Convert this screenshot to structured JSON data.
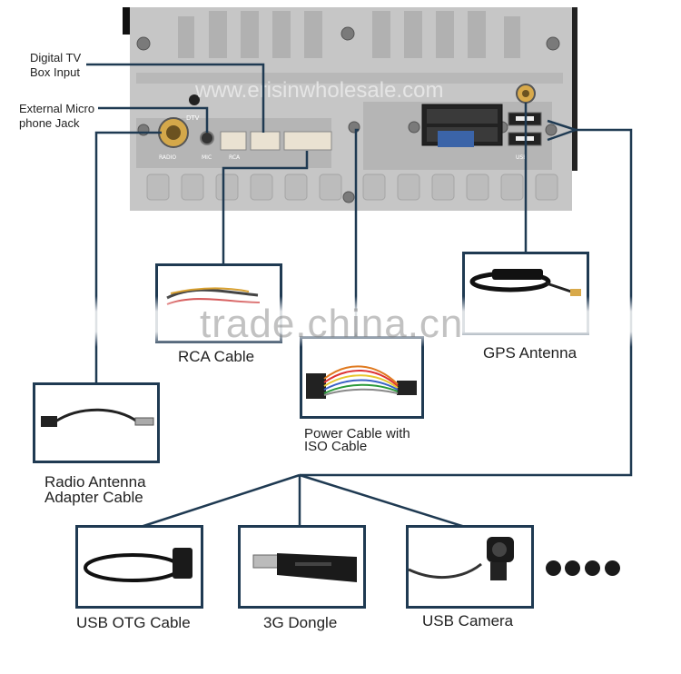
{
  "labels": {
    "digital_tv_line1": "Digital TV",
    "digital_tv_line2": "Box Input",
    "ext_mic_line1": "External Micro",
    "ext_mic_line2": "phone Jack",
    "rca": "RCA Cable",
    "power_line1": "Power Cable with",
    "power_line2": "ISO Cable",
    "gps": "GPS Antenna",
    "radio_line1": "Radio Antenna",
    "radio_line2": "Adapter Cable",
    "usb_otg": "USB OTG Cable",
    "dongle": "3G Dongle",
    "usb_camera": "USB Camera"
  },
  "port_labels": {
    "dtv": "DTV",
    "radio": "RADIO",
    "mic": "MIC",
    "rca_port": "RCA",
    "usb": "USB"
  },
  "watermarks": {
    "center": "trade.china.cn",
    "unit": "www.erisinwholesale.com"
  },
  "colors": {
    "line": "#1f3a52",
    "unit_body": "#c4c4c4",
    "unit_dark": "#9a9a9a"
  }
}
